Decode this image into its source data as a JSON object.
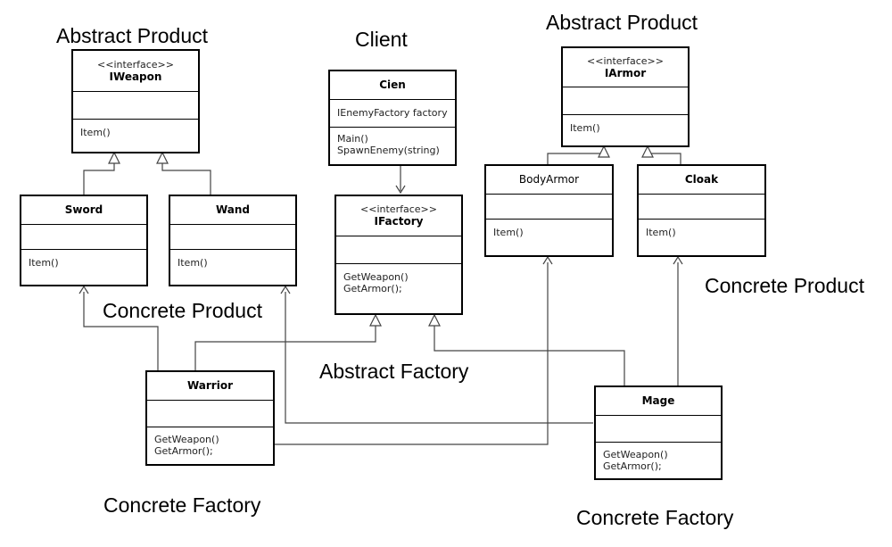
{
  "group_labels": {
    "abstract_product_left": "Abstract Product",
    "client": "Client",
    "abstract_product_right": "Abstract Product",
    "concrete_product_left": "Concrete Product",
    "concrete_product_right": "Concrete Product",
    "abstract_factory": "Abstract Factory",
    "concrete_factory_left": "Concrete Factory",
    "concrete_factory_right": "Concrete Factory"
  },
  "classes": {
    "iweapon": {
      "stereotype": "<<interface>>",
      "name": "IWeapon",
      "attributes": "",
      "methods": [
        "Item()"
      ]
    },
    "iarmor": {
      "stereotype": "<<interface>>",
      "name": "IArmor",
      "attributes": "",
      "methods": [
        "Item()"
      ]
    },
    "client": {
      "name": "Cien",
      "attributes": "IEnemyFactory factory",
      "methods": [
        "Main()",
        "SpawnEnemy(string)"
      ]
    },
    "ifactory": {
      "stereotype": "<<interface>>",
      "name": "IFactory",
      "attributes": "",
      "methods": [
        "GetWeapon()",
        "GetArmor();"
      ]
    },
    "sword": {
      "name": "Sword",
      "attributes": "",
      "methods": [
        "Item()"
      ]
    },
    "wand": {
      "name": "Wand",
      "attributes": "",
      "methods": [
        "Item()"
      ]
    },
    "bodyarmor": {
      "name": "BodyArmor",
      "attributes": "",
      "methods": [
        "Item()"
      ]
    },
    "cloak": {
      "name": "Cloak",
      "attributes": "",
      "methods": [
        "Item()"
      ]
    },
    "warrior": {
      "name": "Warrior",
      "attributes": "",
      "methods": [
        "GetWeapon()",
        "GetArmor();"
      ]
    },
    "mage": {
      "name": "Mage",
      "attributes": "",
      "methods": [
        "GetWeapon()",
        "GetArmor();"
      ]
    }
  }
}
